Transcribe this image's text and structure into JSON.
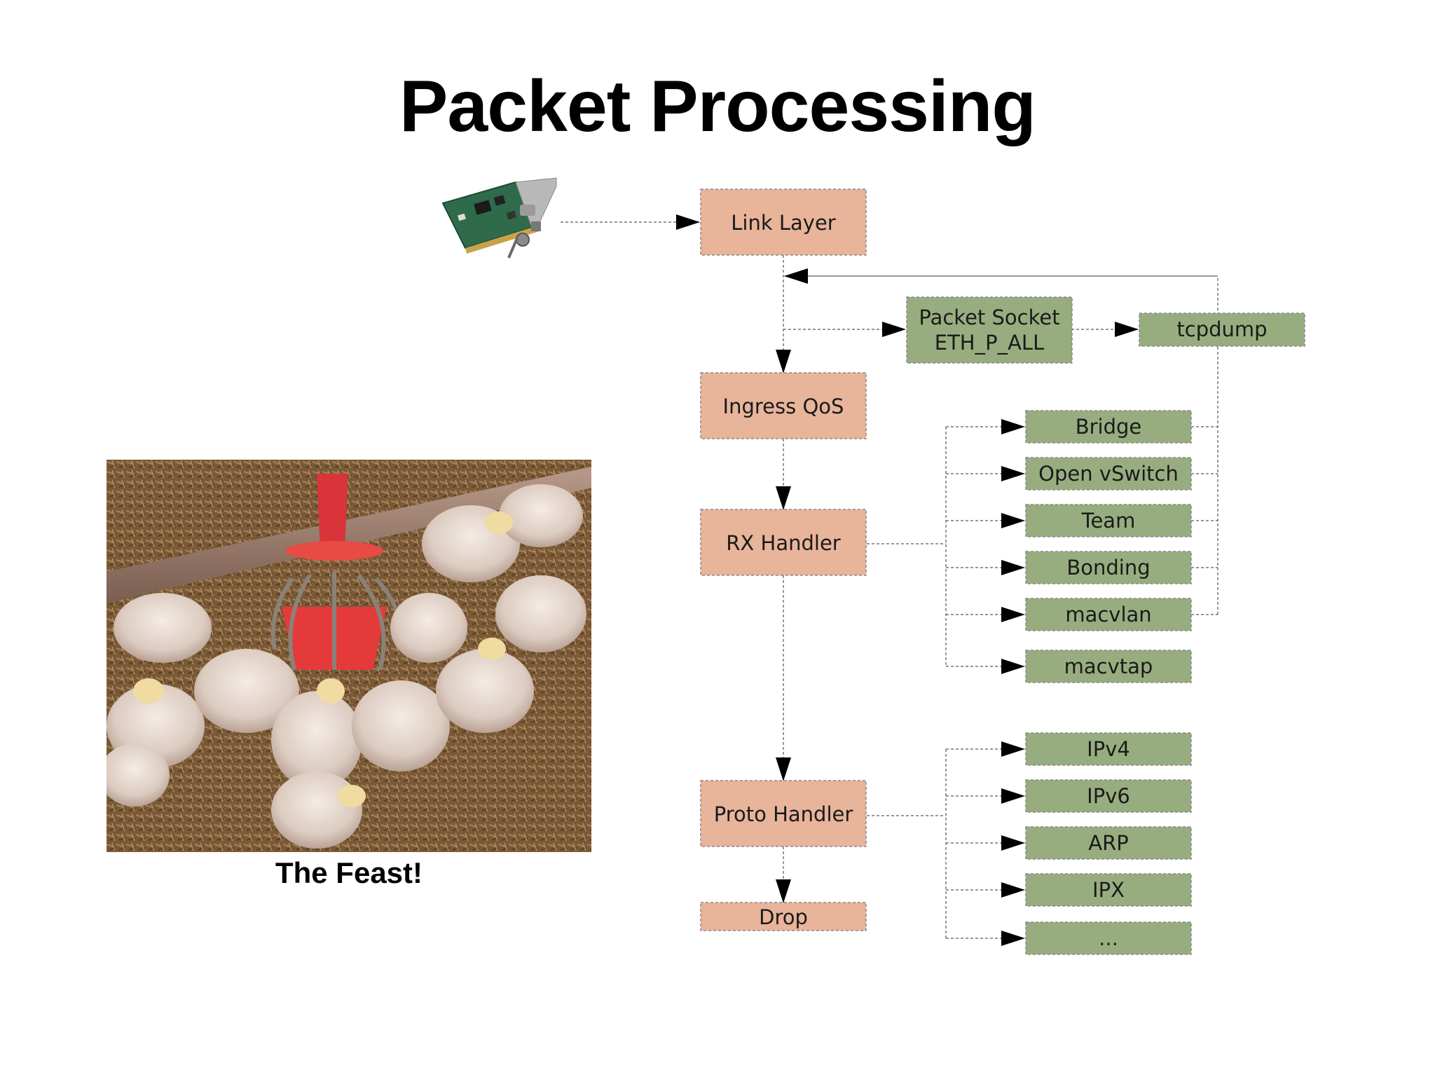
{
  "slide": {
    "title": "Packet Processing",
    "caption": "The Feast!"
  },
  "diagram": {
    "main_flow": {
      "link_layer": "Link Layer",
      "ingress_qos": "Ingress QoS",
      "rx_handler": "RX Handler",
      "proto_handler": "Proto Handler",
      "drop": "Drop"
    },
    "packet_socket": {
      "line1": "Packet Socket",
      "line2": "ETH_P_ALL"
    },
    "tcpdump": "tcpdump",
    "rx_handlers": [
      "Bridge",
      "Open vSwitch",
      "Team",
      "Bonding",
      "macvlan",
      "macvtap"
    ],
    "protocols": [
      "IPv4",
      "IPv6",
      "ARP",
      "IPX",
      "..."
    ]
  },
  "colors": {
    "main_box": "#e8b49a",
    "handler_box": "#98ad7f",
    "box_border": "#8a8a8a",
    "connector": "#777777",
    "arrow": "#000000"
  }
}
